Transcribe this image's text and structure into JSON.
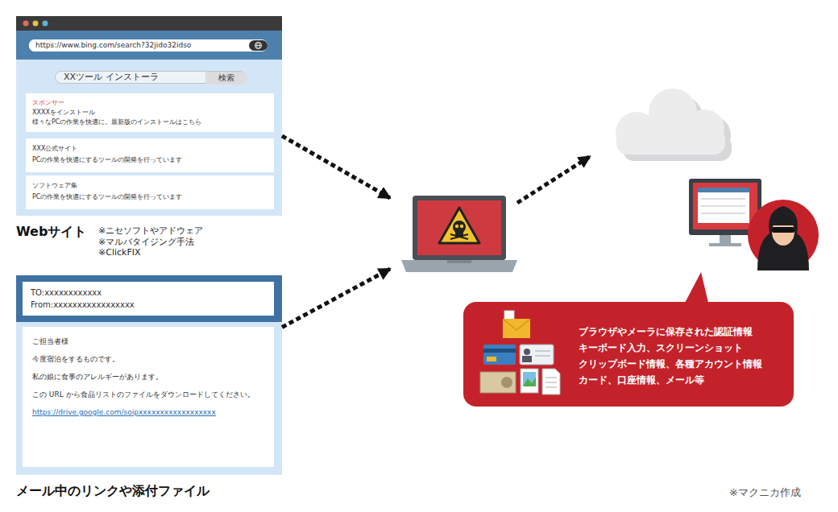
{
  "diagram": {
    "nodes": [
      {
        "text": [
          "Webサイト"
        ]
      },
      {
        "text": [
          "https://www.bing.com/search?32jido32idso"
        ],
        "in": 0
      },
      {
        "text": [
          "XXツール インストーラ"
        ],
        "in": 0
      },
      {
        "text": [
          "検索"
        ],
        "in": 2
      },
      {
        "text": [
          "スポンサー",
          "XXXXをインストール",
          "様々なPCの作業を快適に。最新版のインストールはこちら"
        ],
        "in": 0
      },
      {
        "text": [
          "XXX公式サイト",
          "PCの作業を快適にするツールの開発を行っています"
        ],
        "in": 0
      },
      {
        "text": [
          "ソフトウェア集",
          "PCの作業を快適にするツールの開発を行っています"
        ],
        "in": 0
      },
      {
        "text": [
          "メール中のリンクや添付ファイル"
        ]
      },
      {
        "text": [
          "TO:xxxxxxxxxxxx",
          "From:xxxxxxxxxxxxxxxxx"
        ],
        "in": 7
      },
      {
        "text": [
          "ご担当者様",
          "今度宿泊をするものです。",
          "私の娘に食事のアレルギーがあります。",
          "この URL から食品リストのファイルをダウンロードしてください。",
          "https://drive.google.com/soipxxxxxxxxxxxxxxxxxx"
        ],
        "in": 7
      },
      {
        "text": []
      },
      {
        "text": []
      },
      {
        "text": [
          "ブラウザやメーラに保存された認証情報",
          "キーボード入力、スクリーンショット",
          "クリップボード情報、各種アカウント情報",
          "カード、口座情報、メール等"
        ]
      }
    ],
    "edges": [
      {
        "from": 0,
        "to": 10,
        "arrow": "to"
      },
      {
        "from": 7,
        "to": 10,
        "arrow": "to"
      },
      {
        "from": 10,
        "to": 11,
        "arrow": "to"
      }
    ],
    "labels": [
      "※ニセソフトやアドウェア",
      "※マルバタイジング手法",
      "※ClickFIX",
      "※マクニカ作成"
    ]
  }
}
